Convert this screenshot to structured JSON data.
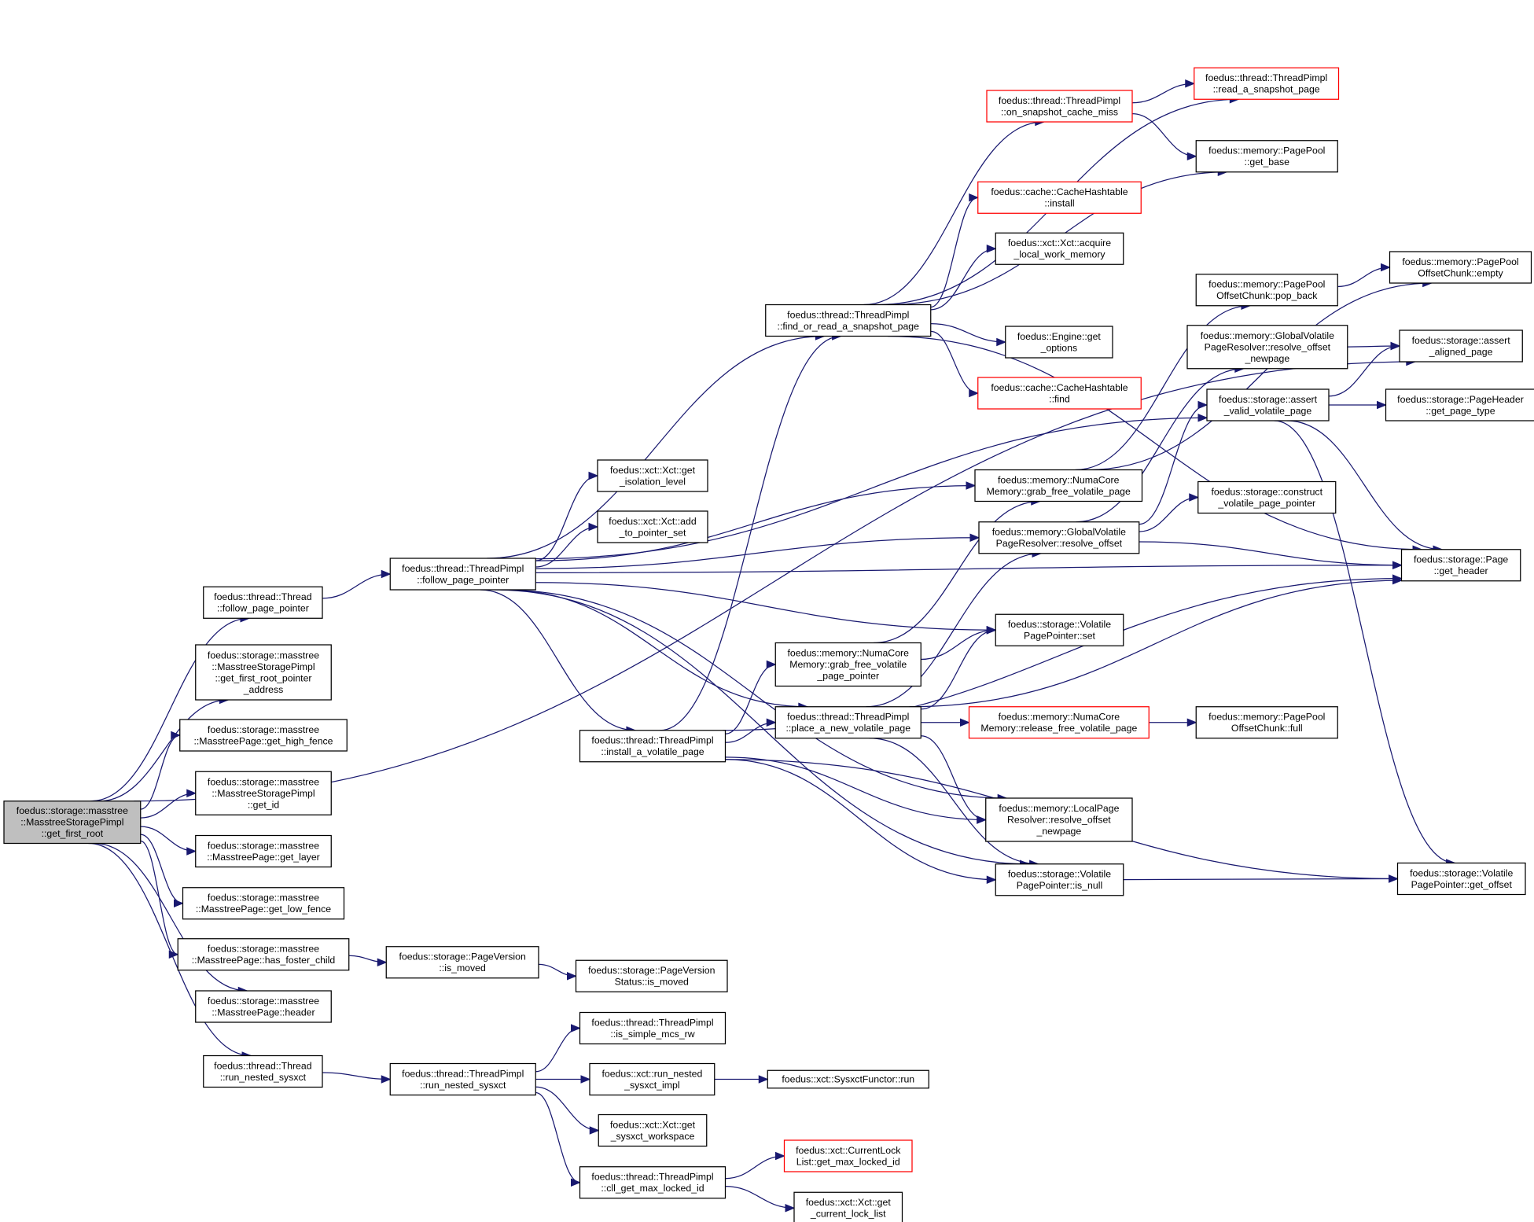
{
  "colors": {
    "edge": "#191970",
    "node_border": "#000000",
    "truncated_border": "#ff0000",
    "root_fill": "#bfbfbf"
  },
  "nodes": [
    {
      "id": "root",
      "lines": [
        "foedus::storage::masstree",
        "::MasstreeStoragePimpl",
        "::get_first_root"
      ],
      "style": "root"
    },
    {
      "id": "thr_fpp",
      "lines": [
        "foedus::thread::Thread",
        "::follow_page_pointer"
      ]
    },
    {
      "id": "gfrpa",
      "lines": [
        "foedus::storage::masstree",
        "::MasstreeStoragePimpl",
        "::get_first_root_pointer",
        "_address"
      ]
    },
    {
      "id": "ghf",
      "lines": [
        "foedus::storage::masstree",
        "::MasstreePage::get_high_fence"
      ]
    },
    {
      "id": "gid",
      "lines": [
        "foedus::storage::masstree",
        "::MasstreeStoragePimpl",
        "::get_id"
      ]
    },
    {
      "id": "glayer",
      "lines": [
        "foedus::storage::masstree",
        "::MasstreePage::get_layer"
      ]
    },
    {
      "id": "glf",
      "lines": [
        "foedus::storage::masstree",
        "::MasstreePage::get_low_fence"
      ]
    },
    {
      "id": "hfc",
      "lines": [
        "foedus::storage::masstree",
        "::MasstreePage::has_foster_child"
      ]
    },
    {
      "id": "mheader",
      "lines": [
        "foedus::storage::masstree",
        "::MasstreePage::header"
      ]
    },
    {
      "id": "thr_rns",
      "lines": [
        "foedus::thread::Thread",
        "::run_nested_sysxct"
      ]
    },
    {
      "id": "tp_fpp",
      "lines": [
        "foedus::thread::ThreadPimpl",
        "::follow_page_pointer"
      ]
    },
    {
      "id": "pv_im",
      "lines": [
        "foedus::storage::PageVersion",
        "::is_moved"
      ]
    },
    {
      "id": "pvs_im",
      "lines": [
        "foedus::storage::PageVersion",
        "Status::is_moved"
      ]
    },
    {
      "id": "tp_rns",
      "lines": [
        "foedus::thread::ThreadPimpl",
        "::run_nested_sysxct"
      ]
    },
    {
      "id": "tp_ismcs",
      "lines": [
        "foedus::thread::ThreadPimpl",
        "::is_simple_mcs_rw"
      ]
    },
    {
      "id": "rnsi",
      "lines": [
        "foedus::xct::run_nested",
        "_sysxct_impl"
      ]
    },
    {
      "id": "sfrun",
      "lines": [
        "foedus::xct::SysxctFunctor::run"
      ]
    },
    {
      "id": "gsw",
      "lines": [
        "foedus::xct::Xct::get",
        "_sysxct_workspace"
      ]
    },
    {
      "id": "cllgm",
      "lines": [
        "foedus::thread::ThreadPimpl",
        "::cll_get_max_locked_id"
      ]
    },
    {
      "id": "clgm",
      "lines": [
        "foedus::xct::CurrentLock",
        "List::get_max_locked_id"
      ],
      "style": "red"
    },
    {
      "id": "gcll",
      "lines": [
        "foedus::xct::Xct::get",
        "_current_lock_list"
      ]
    },
    {
      "id": "gil",
      "lines": [
        "foedus::xct::Xct::get",
        "_isolation_level"
      ]
    },
    {
      "id": "atps",
      "lines": [
        "foedus::xct::Xct::add",
        "_to_pointer_set"
      ]
    },
    {
      "id": "iavp",
      "lines": [
        "foedus::thread::ThreadPimpl",
        "::install_a_volatile_page"
      ]
    },
    {
      "id": "forsp",
      "lines": [
        "foedus::thread::ThreadPimpl",
        "::find_or_read_a_snapshot_page"
      ]
    },
    {
      "id": "oscm",
      "lines": [
        "foedus::thread::ThreadPimpl",
        "::on_snapshot_cache_miss"
      ],
      "style": "red"
    },
    {
      "id": "rasp",
      "lines": [
        "foedus::thread::ThreadPimpl",
        "::read_a_snapshot_page"
      ],
      "style": "red"
    },
    {
      "id": "ppgb",
      "lines": [
        "foedus::memory::PagePool",
        "::get_base"
      ]
    },
    {
      "id": "chinst",
      "lines": [
        "foedus::cache::CacheHashtable",
        "::install"
      ],
      "style": "red"
    },
    {
      "id": "alwm",
      "lines": [
        "foedus::xct::Xct::acquire",
        "_local_work_memory"
      ]
    },
    {
      "id": "ego",
      "lines": [
        "foedus::Engine::get",
        "_options"
      ]
    },
    {
      "id": "chfind",
      "lines": [
        "foedus::cache::CacheHashtable",
        "::find"
      ],
      "style": "red"
    },
    {
      "id": "ncm_gfvp",
      "lines": [
        "foedus::memory::NumaCore",
        "Memory::grab_free_volatile_page"
      ]
    },
    {
      "id": "gvpr_ro",
      "lines": [
        "foedus::memory::GlobalVolatile",
        "PageResolver::resolve_offset"
      ]
    },
    {
      "id": "vpp_set",
      "lines": [
        "foedus::storage::Volatile",
        "PagePointer::set"
      ]
    },
    {
      "id": "ncm_gfvpp",
      "lines": [
        "foedus::memory::NumaCore",
        "Memory::grab_free_volatile",
        "_page_pointer"
      ]
    },
    {
      "id": "panvp",
      "lines": [
        "foedus::thread::ThreadPimpl",
        "::place_a_new_volatile_page"
      ]
    },
    {
      "id": "ncm_rfvp",
      "lines": [
        "foedus::memory::NumaCore",
        "Memory::release_free_volatile_page"
      ],
      "style": "red"
    },
    {
      "id": "lpr_ron",
      "lines": [
        "foedus::memory::LocalPage",
        "Resolver::resolve_offset",
        "_newpage"
      ]
    },
    {
      "id": "vpp_isnull",
      "lines": [
        "foedus::storage::Volatile",
        "PagePointer::is_null"
      ]
    },
    {
      "id": "ppoc_full",
      "lines": [
        "foedus::memory::PagePool",
        "OffsetChunk::full"
      ]
    },
    {
      "id": "ppoc_popback",
      "lines": [
        "foedus::memory::PagePool",
        "OffsetChunk::pop_back"
      ]
    },
    {
      "id": "gvpr_ron",
      "lines": [
        "foedus::memory::GlobalVolatile",
        "PageResolver::resolve_offset",
        "_newpage"
      ]
    },
    {
      "id": "avvp",
      "lines": [
        "foedus::storage::assert",
        "_valid_volatile_page"
      ]
    },
    {
      "id": "cvpp",
      "lines": [
        "foedus::storage::construct",
        "_volatile_page_pointer"
      ]
    },
    {
      "id": "ppoc_empty",
      "lines": [
        "foedus::memory::PagePool",
        "OffsetChunk::empty"
      ]
    },
    {
      "id": "aap",
      "lines": [
        "foedus::storage::assert",
        "_aligned_page"
      ]
    },
    {
      "id": "phgpt",
      "lines": [
        "foedus::storage::PageHeader",
        "::get_page_type"
      ]
    },
    {
      "id": "pgh",
      "lines": [
        "foedus::storage::Page",
        "::get_header"
      ]
    },
    {
      "id": "vpp_go",
      "lines": [
        "foedus::storage::Volatile",
        "PagePointer::get_offset"
      ]
    }
  ],
  "edges": [
    [
      "root",
      "thr_fpp"
    ],
    [
      "root",
      "gfrpa"
    ],
    [
      "root",
      "ghf"
    ],
    [
      "root",
      "gid"
    ],
    [
      "root",
      "glayer"
    ],
    [
      "root",
      "glf"
    ],
    [
      "root",
      "hfc"
    ],
    [
      "root",
      "mheader"
    ],
    [
      "root",
      "thr_rns"
    ],
    [
      "root",
      "aap"
    ],
    [
      "thr_fpp",
      "tp_fpp"
    ],
    [
      "hfc",
      "pv_im"
    ],
    [
      "pv_im",
      "pvs_im"
    ],
    [
      "thr_rns",
      "tp_rns"
    ],
    [
      "tp_rns",
      "tp_ismcs"
    ],
    [
      "tp_rns",
      "rnsi"
    ],
    [
      "tp_rns",
      "gsw"
    ],
    [
      "tp_rns",
      "cllgm"
    ],
    [
      "rnsi",
      "sfrun"
    ],
    [
      "cllgm",
      "clgm"
    ],
    [
      "cllgm",
      "gcll"
    ],
    [
      "tp_fpp",
      "gil"
    ],
    [
      "tp_fpp",
      "atps"
    ],
    [
      "tp_fpp",
      "iavp"
    ],
    [
      "tp_fpp",
      "forsp"
    ],
    [
      "tp_fpp",
      "avvp"
    ],
    [
      "tp_fpp",
      "ncm_gfvp"
    ],
    [
      "tp_fpp",
      "gvpr_ro"
    ],
    [
      "tp_fpp",
      "pgh"
    ],
    [
      "tp_fpp",
      "vpp_set"
    ],
    [
      "tp_fpp",
      "panvp"
    ],
    [
      "tp_fpp",
      "lpr_ron"
    ],
    [
      "tp_fpp",
      "vpp_isnull"
    ],
    [
      "iavp",
      "forsp"
    ],
    [
      "iavp",
      "ncm_gfvpp"
    ],
    [
      "iavp",
      "panvp"
    ],
    [
      "iavp",
      "pgh"
    ],
    [
      "iavp",
      "lpr_ron"
    ],
    [
      "iavp",
      "vpp_isnull"
    ],
    [
      "iavp",
      "vpp_go"
    ],
    [
      "forsp",
      "oscm"
    ],
    [
      "forsp",
      "rasp"
    ],
    [
      "forsp",
      "ppgb"
    ],
    [
      "forsp",
      "chinst"
    ],
    [
      "forsp",
      "alwm"
    ],
    [
      "forsp",
      "ego"
    ],
    [
      "forsp",
      "chfind"
    ],
    [
      "forsp",
      "pgh"
    ],
    [
      "oscm",
      "rasp"
    ],
    [
      "oscm",
      "ppgb"
    ],
    [
      "ncm_gfvpp",
      "ncm_gfvp"
    ],
    [
      "ncm_gfvpp",
      "vpp_set"
    ],
    [
      "panvp",
      "gvpr_ro"
    ],
    [
      "panvp",
      "vpp_set"
    ],
    [
      "panvp",
      "ncm_rfvp"
    ],
    [
      "panvp",
      "pgh"
    ],
    [
      "panvp",
      "lpr_ron"
    ],
    [
      "panvp",
      "vpp_isnull"
    ],
    [
      "ncm_rfvp",
      "ppoc_full"
    ],
    [
      "ncm_gfvp",
      "ppoc_popback"
    ],
    [
      "ncm_gfvp",
      "ppoc_empty"
    ],
    [
      "gvpr_ro",
      "gvpr_ron"
    ],
    [
      "gvpr_ro",
      "avvp"
    ],
    [
      "gvpr_ro",
      "cvpp"
    ],
    [
      "gvpr_ro",
      "pgh"
    ],
    [
      "gvpr_ron",
      "aap"
    ],
    [
      "ppoc_popback",
      "ppoc_empty"
    ],
    [
      "avvp",
      "aap"
    ],
    [
      "avvp",
      "phgpt"
    ],
    [
      "avvp",
      "pgh"
    ],
    [
      "avvp",
      "vpp_go"
    ],
    [
      "vpp_isnull",
      "vpp_go"
    ]
  ]
}
